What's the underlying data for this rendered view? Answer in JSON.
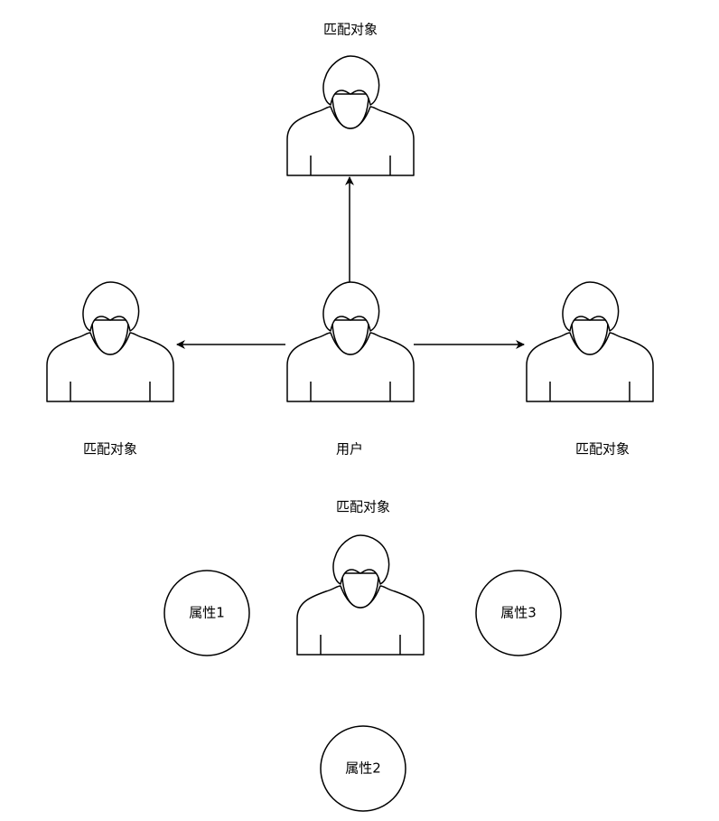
{
  "nodes": {
    "match_top": {
      "label": "匹配对象"
    },
    "match_left": {
      "label": "匹配对象"
    },
    "user_center": {
      "label": "用户"
    },
    "match_right": {
      "label": "匹配对象"
    },
    "match_bottom": {
      "label": "匹配对象"
    }
  },
  "attributes": [
    {
      "label": "属性1"
    },
    {
      "label": "属性2"
    },
    {
      "label": "属性3"
    }
  ],
  "icon": "user-icon",
  "colors": {
    "stroke": "#000000",
    "fill": "#ffffff"
  }
}
